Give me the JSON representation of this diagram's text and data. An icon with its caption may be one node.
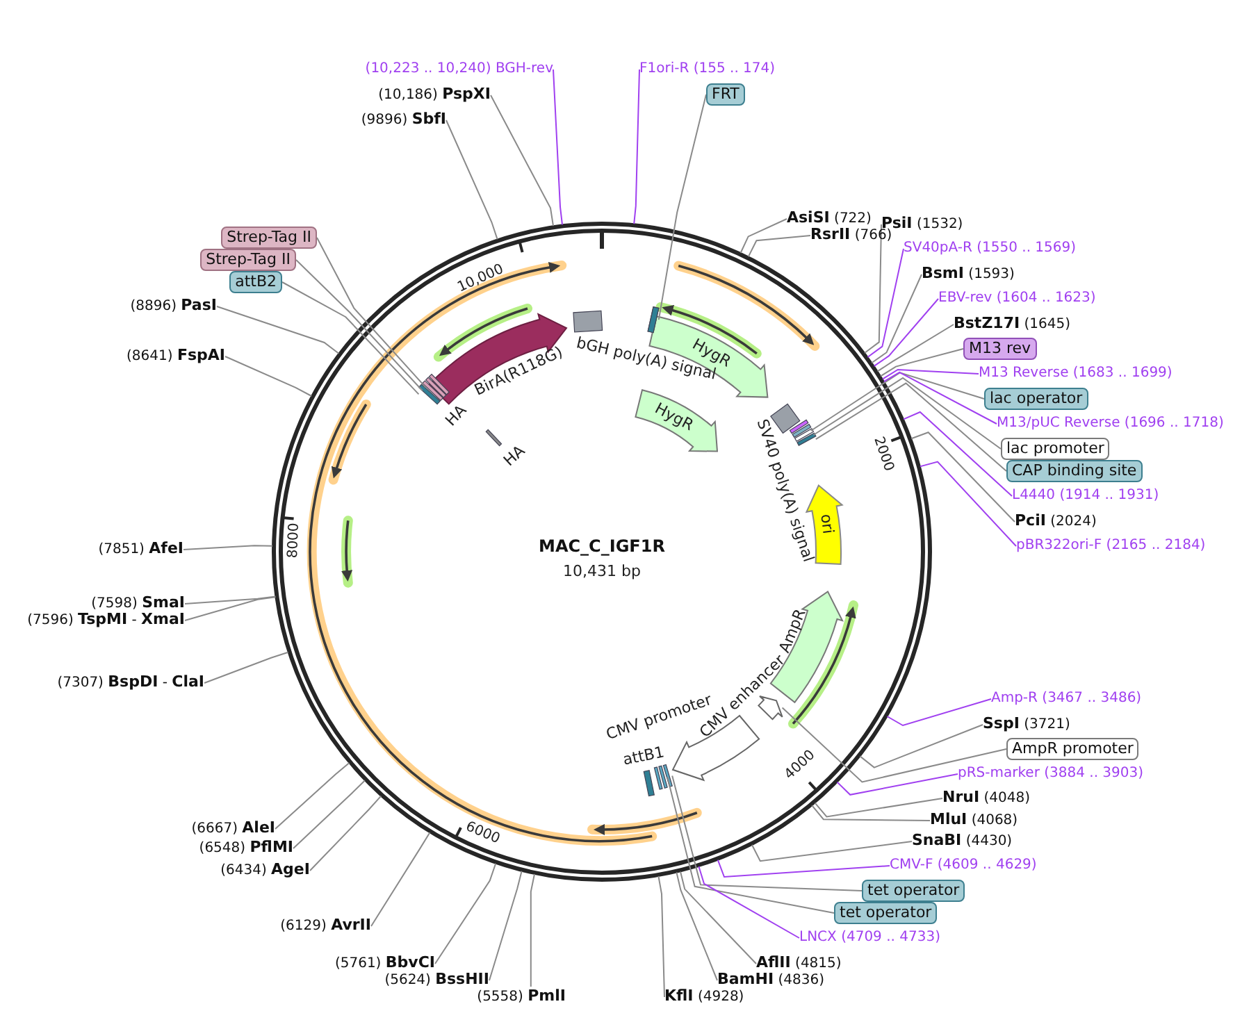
{
  "diagram": {
    "title": "MAC_C_IGF1R",
    "nodes": [
      {
        "text": [
          "(10,223 .. 10,240) BGH-rev"
        ]
      },
      {
        "text": [
          "F1ori-R (155 .. 174)"
        ]
      },
      {
        "text": [
          "FRT"
        ]
      },
      {
        "text": [
          "(10,186) **PspXI**"
        ]
      },
      {
        "text": [
          "(9896) **SbfI**"
        ]
      },
      {
        "text": [
          "**AsiSI** (722)"
        ]
      },
      {
        "text": [
          "**PsiI** (1532)"
        ]
      },
      {
        "text": [
          "**RsrII** (766)"
        ]
      },
      {
        "text": [
          "Strep-Tag II"
        ]
      },
      {
        "text": [
          "SV40pA-R (1550 .. 1569)"
        ]
      },
      {
        "text": [
          "Strep-Tag II"
        ]
      },
      {
        "text": [
          "**BsmI** (1593)"
        ]
      },
      {
        "text": [
          "attB2"
        ]
      },
      {
        "text": [
          "EBV-rev (1604 .. 1623)"
        ]
      },
      {
        "text": [
          "(8896) **PasI**"
        ]
      },
      {
        "text": [
          "**BstZ17I** (1645)"
        ]
      },
      {
        "text": [
          "M13 rev"
        ]
      },
      {
        "text": [
          "(8641) **FspAI**"
        ]
      },
      {
        "text": [
          "M13 Reverse (1683 .. 1699)"
        ]
      },
      {
        "text": [
          "lac operator"
        ]
      },
      {
        "text": [
          "M13/pUC Reverse (1696 .. 1718)"
        ]
      },
      {
        "text": [
          "lac promoter"
        ]
      },
      {
        "text": [
          "CAP binding site"
        ]
      },
      {
        "text": [
          "L4440 (1914 .. 1931)"
        ]
      },
      {
        "text": [
          "**PciI** (2024)"
        ]
      },
      {
        "text": [
          "pBR322ori-F (2165 .. 2184)"
        ]
      },
      {
        "text": [
          "(7851) **AfeI**"
        ]
      },
      {
        "text": [
          "(7598) **SmaI**"
        ]
      },
      {
        "text": [
          "(7596) **TspMI** - **XmaI**"
        ]
      },
      {
        "text": [
          "(7307) **BspDI** - **ClaI**"
        ]
      },
      {
        "text": [
          "Amp-R (3467 .. 3486)"
        ]
      },
      {
        "text": [
          "**SspI** (3721)"
        ]
      },
      {
        "text": [
          "AmpR promoter"
        ]
      },
      {
        "text": [
          "pRS-marker (3884 .. 3903)"
        ]
      },
      {
        "text": [
          "**NruI** (4048)"
        ]
      },
      {
        "text": [
          "**MluI** (4068)"
        ]
      },
      {
        "text": [
          "(6667) **AleI**"
        ]
      },
      {
        "text": [
          "**SnaBI** (4430)"
        ]
      },
      {
        "text": [
          "(6548) **PflMI**"
        ]
      },
      {
        "text": [
          "CMV-F (4609 .. 4629)"
        ]
      },
      {
        "text": [
          "(6434) **AgeI**"
        ]
      },
      {
        "text": [
          "tet operator"
        ]
      },
      {
        "text": [
          "tet operator"
        ]
      },
      {
        "text": [
          "(6129) **AvrII**"
        ]
      },
      {
        "text": [
          "LNCX (4709 .. 4733)"
        ]
      },
      {
        "text": [
          "(5761) **BbvCI**"
        ]
      },
      {
        "text": [
          "**AflII** (4815)"
        ]
      },
      {
        "text": [
          "(5624) **BssHII**"
        ]
      },
      {
        "text": [
          "**BamHI** (4836)"
        ]
      },
      {
        "text": [
          "(5558) **PmlI**"
        ]
      },
      {
        "text": [
          "**KflI** (4928)"
        ]
      },
      {
        "text": [],
        "shape": "box"
      },
      {
        "text": [],
        "shape": "box"
      },
      {
        "text": [],
        "shape": "box"
      },
      {
        "text": [],
        "shape": "box"
      },
      {
        "text": [],
        "shape": "box"
      },
      {
        "text": [],
        "shape": "box"
      },
      {
        "text": [],
        "shape": "box"
      },
      {
        "text": [],
        "shape": "arrow"
      },
      {
        "text": [],
        "shape": "box"
      },
      {
        "text": [],
        "shape": "box"
      }
    ],
    "edges": [
      {
        "from": 0,
        "to": null,
        "arrow": "none",
        "color": "#a040f0"
      },
      {
        "from": 1,
        "to": null,
        "arrow": "none",
        "color": "#a040f0"
      },
      {
        "from": 2,
        "to": 51,
        "arrow": "none"
      },
      {
        "from": 3,
        "to": null,
        "arrow": "none"
      },
      {
        "from": 4,
        "to": null,
        "arrow": "none"
      },
      {
        "from": 5,
        "to": null,
        "arrow": "none"
      },
      {
        "from": 6,
        "to": null,
        "arrow": "none"
      },
      {
        "from": 7,
        "to": null,
        "arrow": "none"
      },
      {
        "from": 8,
        "to": 52,
        "arrow": "none"
      },
      {
        "from": 9,
        "to": null,
        "arrow": "none",
        "color": "#a040f0"
      },
      {
        "from": 10,
        "to": 53,
        "arrow": "none"
      },
      {
        "from": 11,
        "to": null,
        "arrow": "none"
      },
      {
        "from": 12,
        "to": 54,
        "arrow": "none"
      },
      {
        "from": 13,
        "to": null,
        "arrow": "none",
        "color": "#a040f0"
      },
      {
        "from": 14,
        "to": null,
        "arrow": "none"
      },
      {
        "from": 15,
        "to": null,
        "arrow": "none"
      },
      {
        "from": 16,
        "to": null,
        "arrow": "none"
      },
      {
        "from": 17,
        "to": null,
        "arrow": "none"
      },
      {
        "from": 18,
        "to": null,
        "arrow": "none",
        "color": "#a040f0"
      },
      {
        "from": 19,
        "to": 55,
        "arrow": "none"
      },
      {
        "from": 20,
        "to": null,
        "arrow": "none",
        "color": "#a040f0"
      },
      {
        "from": 21,
        "to": 56,
        "arrow": "none"
      },
      {
        "from": 22,
        "to": 57,
        "arrow": "none"
      },
      {
        "from": 23,
        "to": null,
        "arrow": "none",
        "color": "#a040f0"
      },
      {
        "from": 24,
        "to": null,
        "arrow": "none"
      },
      {
        "from": 25,
        "to": null,
        "arrow": "none",
        "color": "#a040f0"
      },
      {
        "from": 26,
        "to": null,
        "arrow": "none"
      },
      {
        "from": 27,
        "to": null,
        "arrow": "none"
      },
      {
        "from": 28,
        "to": null,
        "arrow": "none"
      },
      {
        "from": 29,
        "to": null,
        "arrow": "none"
      },
      {
        "from": 30,
        "to": null,
        "arrow": "none",
        "color": "#a040f0"
      },
      {
        "from": 31,
        "to": null,
        "arrow": "none"
      },
      {
        "from": 32,
        "to": 58,
        "arrow": "none"
      },
      {
        "from": 33,
        "to": null,
        "arrow": "none",
        "color": "#a040f0"
      },
      {
        "from": 34,
        "to": null,
        "arrow": "none"
      },
      {
        "from": 35,
        "to": null,
        "arrow": "none"
      },
      {
        "from": 36,
        "to": null,
        "arrow": "none"
      },
      {
        "from": 37,
        "to": null,
        "arrow": "none"
      },
      {
        "from": 38,
        "to": null,
        "arrow": "none"
      },
      {
        "from": 39,
        "to": null,
        "arrow": "none",
        "color": "#a040f0"
      },
      {
        "from": 40,
        "to": null,
        "arrow": "none"
      },
      {
        "from": 41,
        "to": 59,
        "arrow": "none"
      },
      {
        "from": 42,
        "to": 60,
        "arrow": "none"
      },
      {
        "from": 43,
        "to": null,
        "arrow": "none"
      },
      {
        "from": 44,
        "to": null,
        "arrow": "none",
        "color": "#a040f0"
      },
      {
        "from": 45,
        "to": null,
        "arrow": "none"
      },
      {
        "from": 46,
        "to": null,
        "arrow": "none"
      },
      {
        "from": 47,
        "to": null,
        "arrow": "none"
      },
      {
        "from": 48,
        "to": null,
        "arrow": "none"
      },
      {
        "from": 49,
        "to": null,
        "arrow": "none"
      },
      {
        "from": 50,
        "to": null,
        "arrow": "none"
      }
    ],
    "labels": [
      "10,431 bp",
      "10,000",
      "BirA(R118G)",
      "bGH poly(A) signal",
      "HygR",
      "HA",
      "HygR",
      "2000",
      "SV40 poly(A) signal",
      "HA",
      "ori",
      "8000",
      "AmpR",
      "CMV enhancer",
      "CMV promoter",
      "attB1",
      "4000",
      "6000"
    ]
  }
}
